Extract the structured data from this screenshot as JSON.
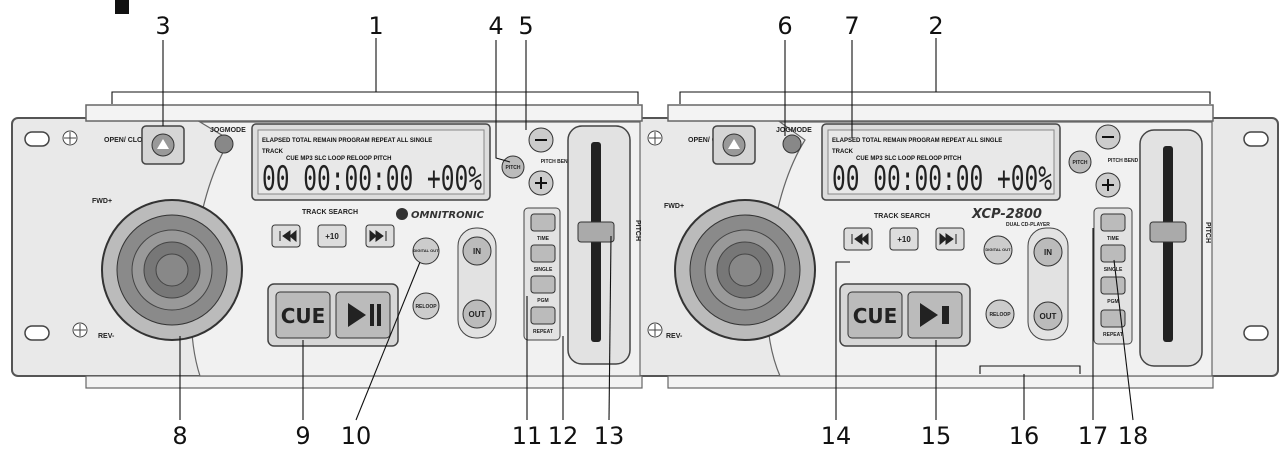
{
  "callouts": {
    "n1": "1",
    "n2": "2",
    "n3": "3",
    "n4": "4",
    "n5": "5",
    "n6": "6",
    "n7": "7",
    "n8": "8",
    "n9": "9",
    "n10": "10",
    "n11": "11",
    "n12": "12",
    "n13": "13",
    "n14": "14",
    "n15": "15",
    "n16": "16",
    "n17": "17",
    "n18": "18"
  },
  "deck": {
    "open_close": "OPEN/ CLOSE",
    "jogmode": "JOGMODE",
    "fwd": "FWD+",
    "rev": "REV-",
    "track_search": "TRACK SEARCH",
    "plus10": "+10",
    "digital_out": "DIGITAL OUT",
    "reloop": "RELOOP",
    "in": "IN",
    "out": "OUT",
    "cue": "CUE",
    "pitch_btn": "PITCH",
    "pitch_bend": "PITCH BEND",
    "pitch_label": "PITCH",
    "time": "TIME",
    "single": "SINGLE",
    "pgm": "PGM",
    "repeat": "REPEAT",
    "lcd_top": "ELAPSED TOTAL REMAIN  PROGRAM REPEAT  ALL  SINGLE",
    "lcd_track": "TRACK",
    "lcd_mid": "CUE    MP3    SLC  LOOP  RELOOP  PITCH",
    "lcd_digits": "00 00:00:00 +00%"
  },
  "brand": {
    "omnitronic": "OMNITRONIC",
    "model": "XCP-2800",
    "model_sub": "DUAL CD-PLAYER"
  }
}
